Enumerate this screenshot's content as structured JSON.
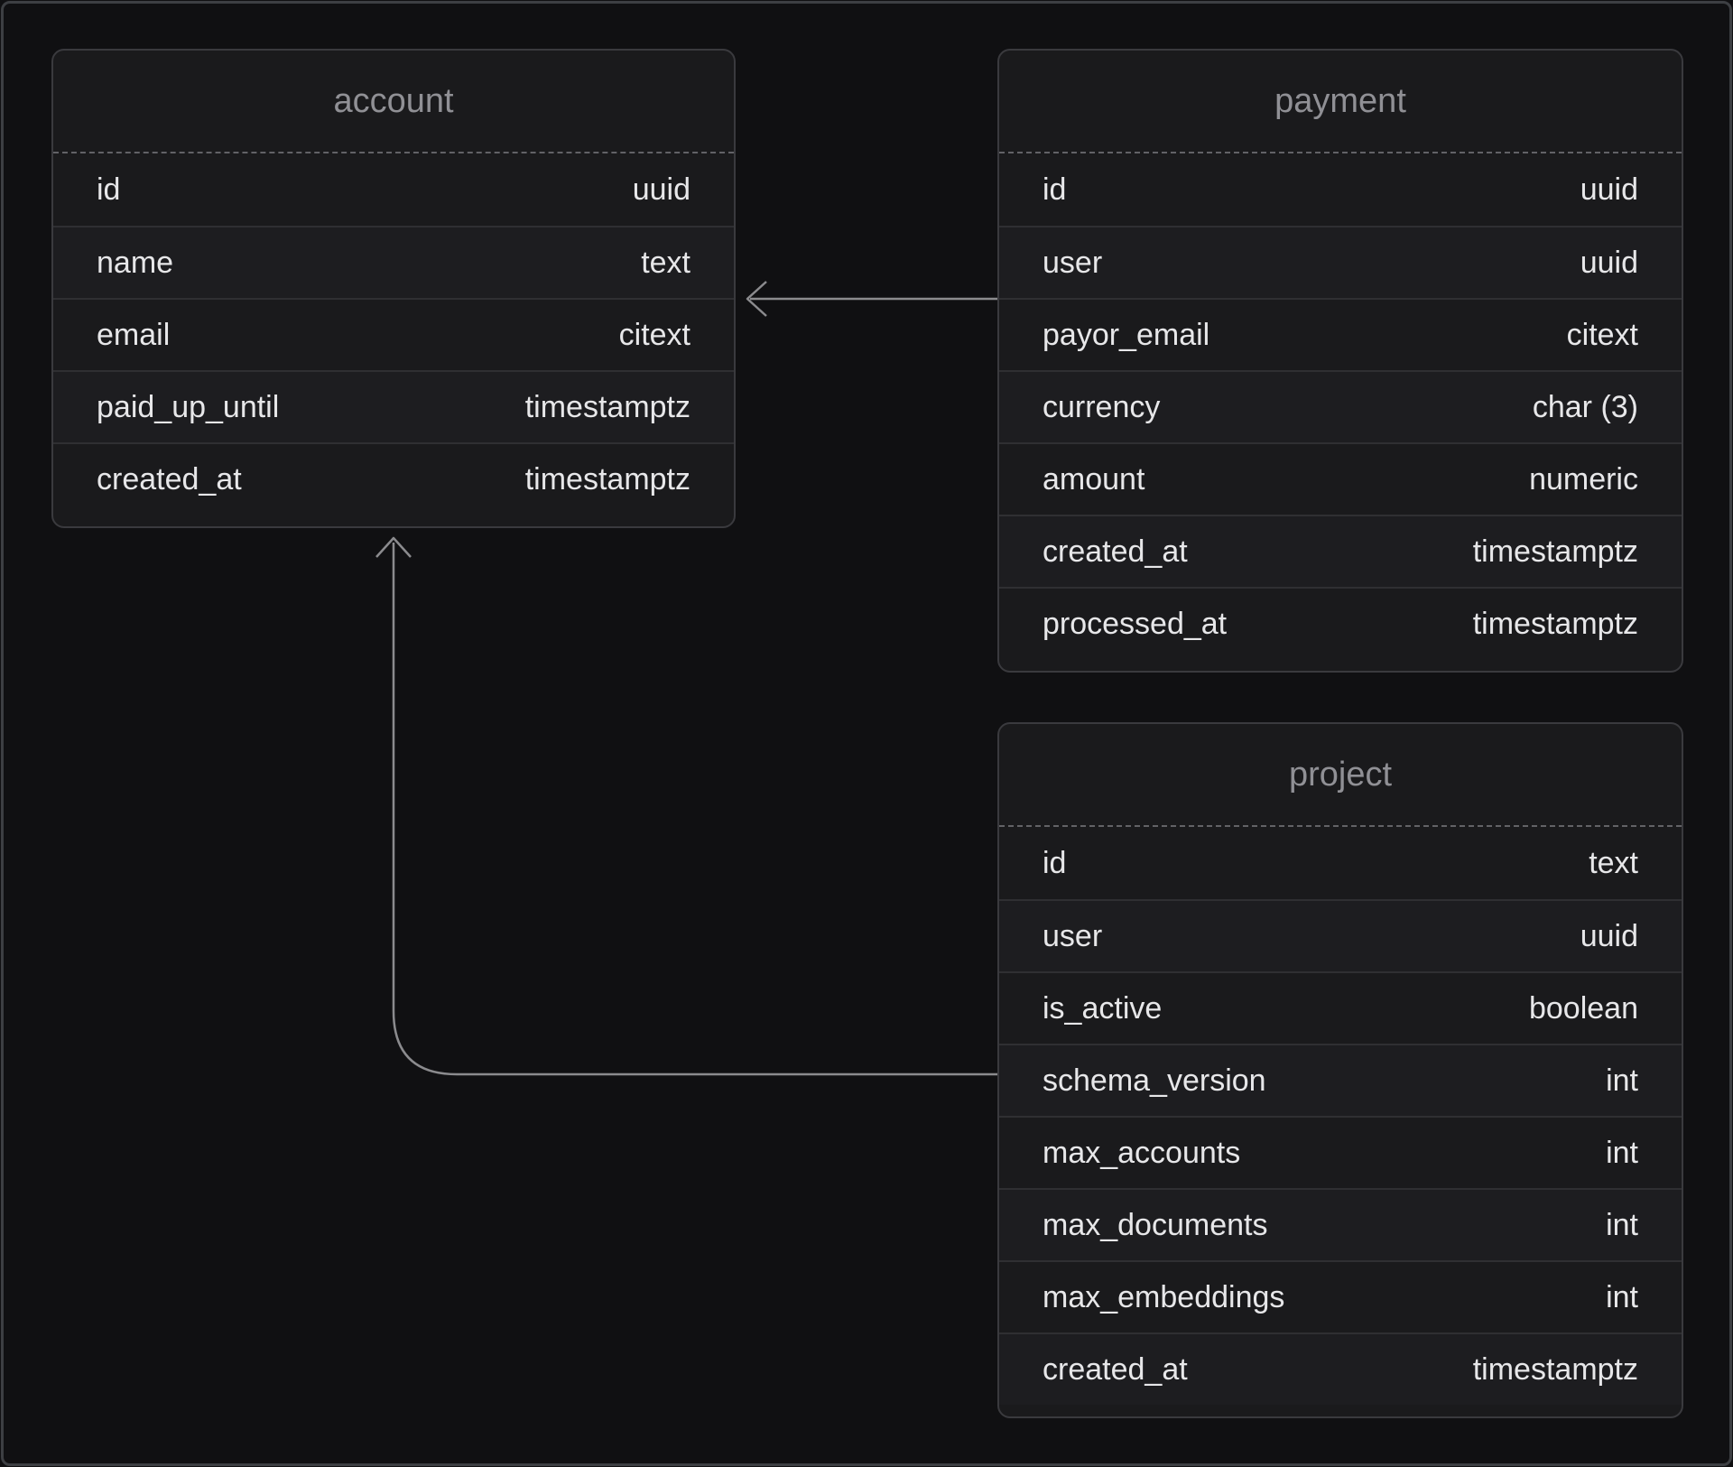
{
  "diagram": {
    "tables": [
      {
        "id": "account",
        "title": "account",
        "fields": [
          {
            "name": "id",
            "type": "uuid"
          },
          {
            "name": "name",
            "type": "text"
          },
          {
            "name": "email",
            "type": "citext"
          },
          {
            "name": "paid_up_until",
            "type": "timestamptz"
          },
          {
            "name": "created_at",
            "type": "timestamptz"
          }
        ]
      },
      {
        "id": "payment",
        "title": "payment",
        "fields": [
          {
            "name": "id",
            "type": "uuid"
          },
          {
            "name": "user",
            "type": "uuid"
          },
          {
            "name": "payor_email",
            "type": "citext"
          },
          {
            "name": "currency",
            "type": "char (3)"
          },
          {
            "name": "amount",
            "type": "numeric"
          },
          {
            "name": "created_at",
            "type": "timestamptz"
          },
          {
            "name": "processed_at",
            "type": "timestamptz"
          }
        ]
      },
      {
        "id": "project",
        "title": "project",
        "fields": [
          {
            "name": "id",
            "type": "text"
          },
          {
            "name": "user",
            "type": "uuid"
          },
          {
            "name": "is_active",
            "type": "boolean"
          },
          {
            "name": "schema_version",
            "type": "int"
          },
          {
            "name": "max_accounts",
            "type": "int"
          },
          {
            "name": "max_documents",
            "type": "int"
          },
          {
            "name": "max_embeddings",
            "type": "int"
          },
          {
            "name": "created_at",
            "type": "timestamptz"
          }
        ]
      }
    ],
    "relationships": [
      {
        "from": "payment",
        "to": "account"
      },
      {
        "from": "project",
        "to": "account"
      }
    ],
    "colors": {
      "background": "#101012",
      "table_bg": "#1a1a1c",
      "table_border": "#3a3a3e",
      "row_divider": "#2f2f32",
      "header_text": "#909095",
      "field_text": "#e7e7e9",
      "connector": "#8b8b8e",
      "frame_border": "#3d3f43"
    }
  }
}
